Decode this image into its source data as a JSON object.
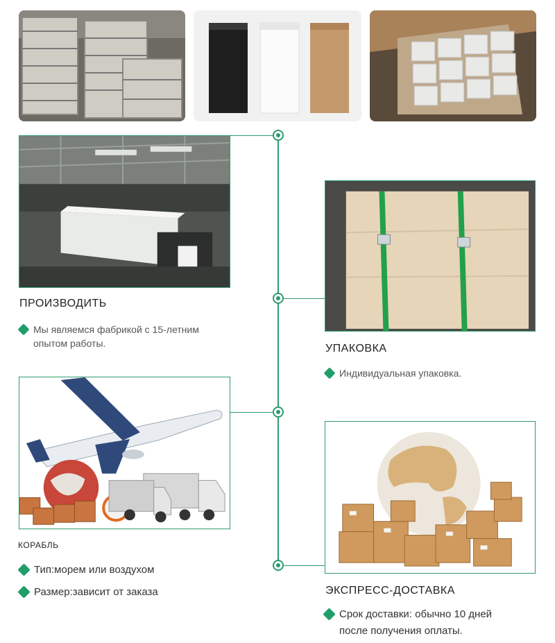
{
  "sections": {
    "produce": {
      "title": "ПРОИЗВОДИТЬ",
      "line1": "Мы являемся фабрикой с 15-летним",
      "line2": "опытом работы."
    },
    "packaging": {
      "title": "УПАКОВКА",
      "line1": "Индивидуальная упаковка."
    },
    "shipping": {
      "title": "КОРАБЛЬ",
      "item1": "Тип:морем или воздухом",
      "item2": "Размер:зависит от заказа"
    },
    "express": {
      "title": "ЭКСПРЕСС-ДОСТАВКА",
      "line1": "Срок доставки: обычно 10 дней",
      "line2": "после получения оплаты."
    }
  },
  "colors": {
    "accent": "#2e9a6b",
    "bullet": "#1f9e6a"
  }
}
